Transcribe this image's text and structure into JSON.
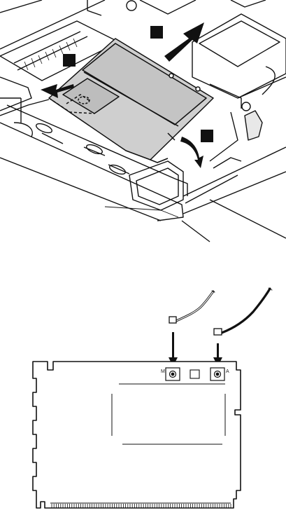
{
  "steps": [
    {
      "id": "step-1",
      "label": ""
    },
    {
      "id": "step-2",
      "label": ""
    },
    {
      "id": "step-3",
      "label": ""
    }
  ],
  "connectors": {
    "main": "M",
    "aux": "A"
  },
  "colors": {
    "ink": "#111111",
    "card_fill": "#cfcfcf",
    "card_dark": "#b5b5b5",
    "paper": "#ffffff"
  }
}
